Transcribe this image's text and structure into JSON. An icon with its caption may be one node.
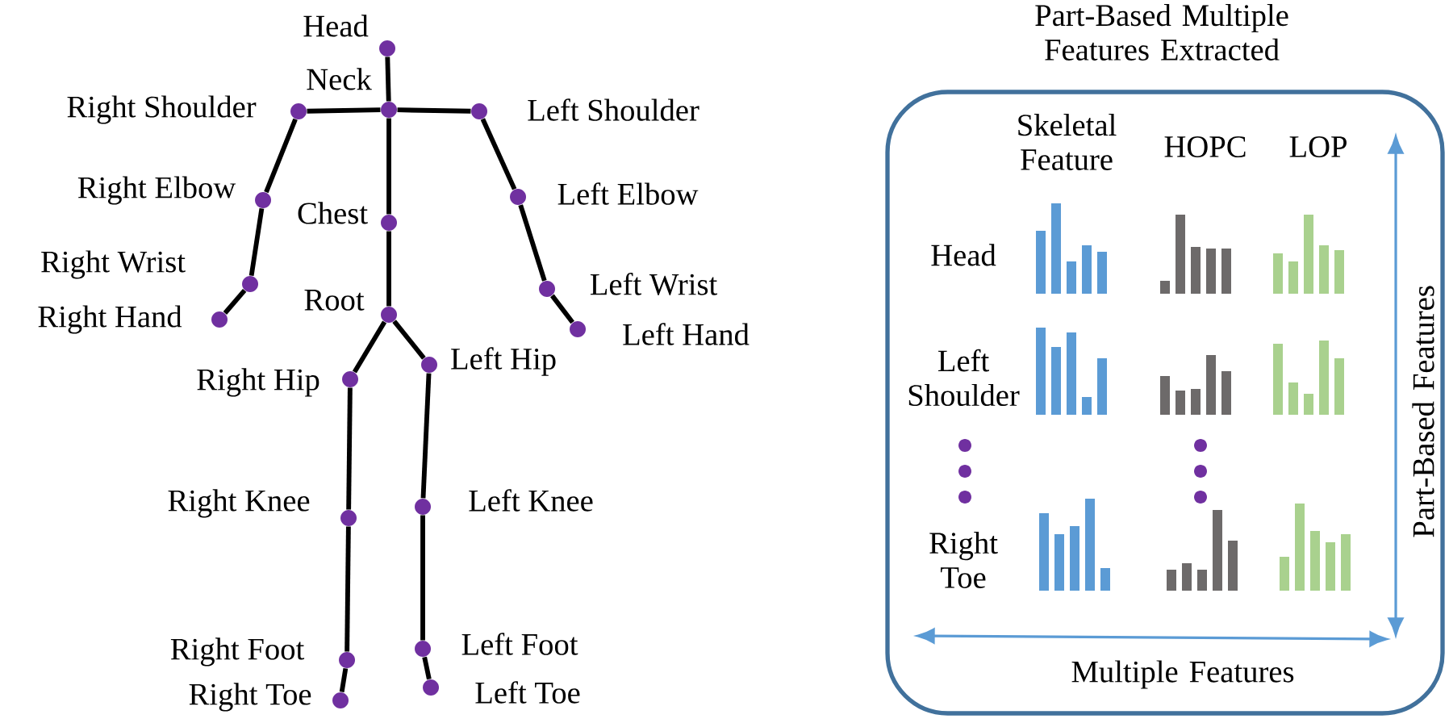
{
  "diagram": {
    "title": "Part-Based Multiple Features Extracted",
    "nodes": [
      {
        "text": [],
        "shape": "circle",
        "beside": [
          "Head"
        ]
      },
      {
        "text": [],
        "shape": "circle",
        "beside": [
          "Neck"
        ]
      },
      {
        "text": [],
        "shape": "circle",
        "beside": [
          "Right Shoulder"
        ]
      },
      {
        "text": [],
        "shape": "circle",
        "beside": [
          "Left Shoulder"
        ]
      },
      {
        "text": [],
        "shape": "circle",
        "beside": [
          "Right Elbow"
        ]
      },
      {
        "text": [],
        "shape": "circle",
        "beside": [
          "Left Elbow"
        ]
      },
      {
        "text": [],
        "shape": "circle",
        "beside": [
          "Chest"
        ]
      },
      {
        "text": [],
        "shape": "circle",
        "beside": [
          "Right Wrist"
        ]
      },
      {
        "text": [],
        "shape": "circle",
        "beside": [
          "Right Hand"
        ]
      },
      {
        "text": [],
        "shape": "circle",
        "beside": [
          "Left Wrist"
        ]
      },
      {
        "text": [],
        "shape": "circle",
        "beside": [
          "Left Hand"
        ]
      },
      {
        "text": [],
        "shape": "circle",
        "beside": [
          "Root"
        ]
      },
      {
        "text": [],
        "shape": "circle",
        "beside": [
          "Right Hip"
        ]
      },
      {
        "text": [],
        "shape": "circle",
        "beside": [
          "Left Hip"
        ]
      },
      {
        "text": [],
        "shape": "circle",
        "beside": [
          "Right Knee"
        ]
      },
      {
        "text": [],
        "shape": "circle",
        "beside": [
          "Left Knee"
        ]
      },
      {
        "text": [],
        "shape": "circle",
        "beside": [
          "Right Foot"
        ]
      },
      {
        "text": [],
        "shape": "circle",
        "beside": [
          "Left Foot"
        ]
      },
      {
        "text": [],
        "shape": "circle",
        "beside": [
          "Right Toe"
        ]
      },
      {
        "text": [],
        "shape": "circle",
        "beside": [
          "Left Toe"
        ]
      },
      {
        "text": [
          "Skeletal Feature",
          "HOPC",
          "LOP",
          "Head",
          "Left Shoulder",
          "Right Toe",
          "Multiple Features",
          "Part-Based Features"
        ]
      }
    ],
    "edges": [
      {
        "from": 0,
        "to": 1,
        "arrow": "none"
      },
      {
        "from": 1,
        "to": 2,
        "arrow": "none"
      },
      {
        "from": 1,
        "to": 3,
        "arrow": "none"
      },
      {
        "from": 2,
        "to": 4,
        "arrow": "none"
      },
      {
        "from": 4,
        "to": 7,
        "arrow": "none"
      },
      {
        "from": 7,
        "to": 8,
        "arrow": "none"
      },
      {
        "from": 3,
        "to": 5,
        "arrow": "none"
      },
      {
        "from": 5,
        "to": 9,
        "arrow": "none"
      },
      {
        "from": 9,
        "to": 10,
        "arrow": "none"
      },
      {
        "from": 1,
        "to": 6,
        "arrow": "none"
      },
      {
        "from": 6,
        "to": 11,
        "arrow": "none"
      },
      {
        "from": 11,
        "to": 12,
        "arrow": "none"
      },
      {
        "from": 11,
        "to": 13,
        "arrow": "none"
      },
      {
        "from": 12,
        "to": 14,
        "arrow": "none"
      },
      {
        "from": 14,
        "to": 16,
        "arrow": "none"
      },
      {
        "from": 16,
        "to": 18,
        "arrow": "none"
      },
      {
        "from": 13,
        "to": 15,
        "arrow": "none"
      },
      {
        "from": 15,
        "to": 17,
        "arrow": "none"
      },
      {
        "from": 17,
        "to": 19,
        "arrow": "none"
      }
    ]
  }
}
